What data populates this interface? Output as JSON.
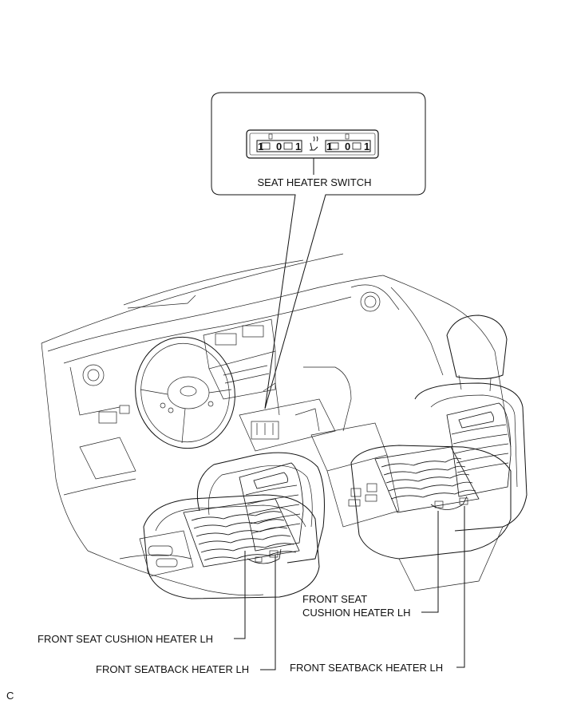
{
  "callout": {
    "switch_label": "SEAT HEATER SWITCH",
    "switch_left_text": "1▭0▭1",
    "switch_right_text": "1▭0▭1"
  },
  "labels": {
    "cushion_rh_line1": "FRONT SEAT",
    "cushion_rh_line2": "CUSHION HEATER LH",
    "cushion_lh": "FRONT SEAT CUSHION HEATER LH",
    "seatback_lh": "FRONT SEATBACK HEATER LH",
    "seatback_rh": "FRONT SEATBACK HEATER LH"
  },
  "figure_code": "C"
}
